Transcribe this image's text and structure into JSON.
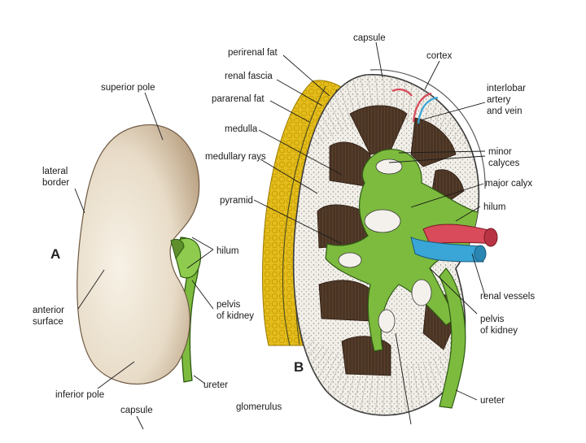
{
  "panels": {
    "a": "A",
    "b": "B"
  },
  "labels_a": {
    "superior_pole": "superior pole",
    "lateral_border": "lateral\nborder",
    "hilum": "hilum",
    "anterior_surface": "anterior\nsurface",
    "pelvis_of_kidney": "pelvis\nof kidney",
    "inferior_pole": "inferior pole",
    "ureter": "ureter",
    "capsule": "capsule"
  },
  "labels_b": {
    "capsule": "capsule",
    "perirenal_fat": "perirenal fat",
    "renal_fascia": "renal fascia",
    "pararenal_fat": "pararenal fat",
    "medulla": "medulla",
    "medullary_rays": "medullary rays",
    "pyramid": "pyramid",
    "cortex": "cortex",
    "interlobar": "interlobar\nartery\nand vein",
    "minor_calyces": "minor\ncalyces",
    "major_calyx": "major calyx",
    "hilum": "hilum",
    "renal_vessels": "renal vessels",
    "pelvis_of_kidney": "pelvis\nof kidney",
    "ureter": "ureter",
    "glomerulus": "glomerulus"
  },
  "colors": {
    "kidney_surface": "#e8dcc8",
    "kidney_shadow": "#b89f80",
    "fat": "#e3bd1c",
    "fat_dots": "#c99b00",
    "cortex": "#f2efe8",
    "pyramid": "#4a3424",
    "pelvis": "#7dbb3e",
    "artery": "#d94a5a",
    "vein": "#3aa6d8"
  }
}
